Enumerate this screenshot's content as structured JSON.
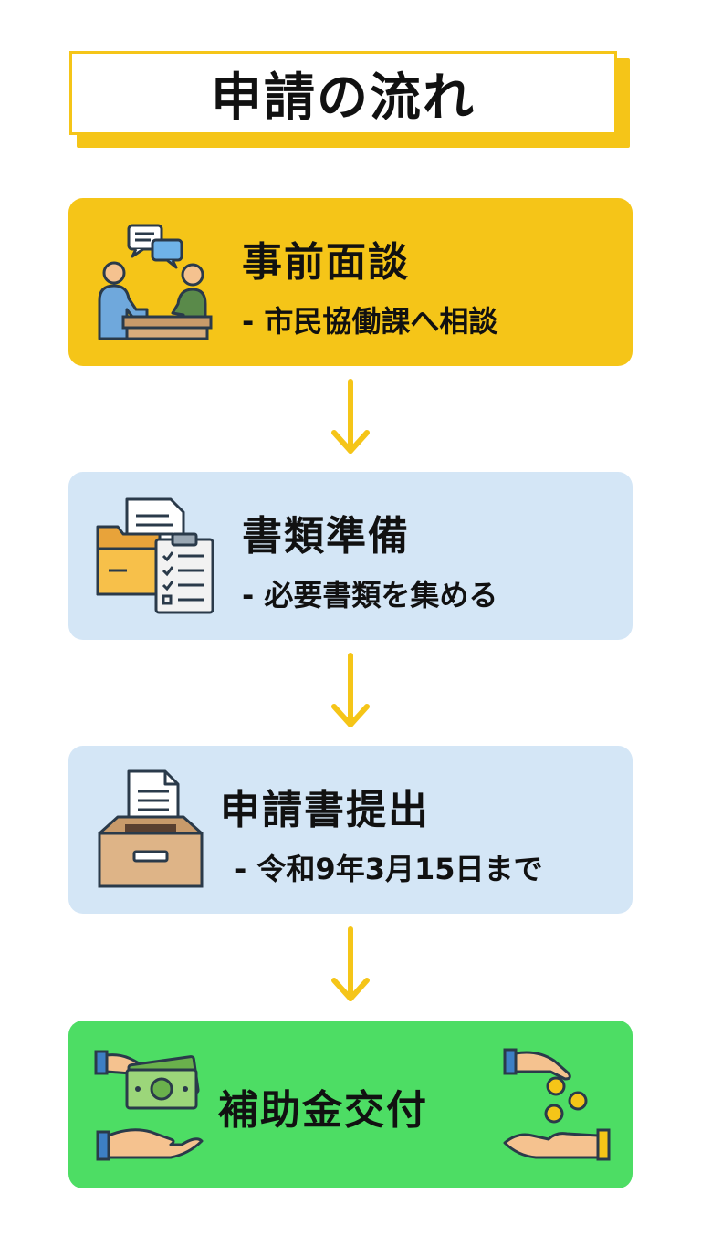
{
  "title": "申請の流れ",
  "steps": [
    {
      "title": "事前面談",
      "subtitle": "- 市民協働課へ相談",
      "icon": "consultation-icon"
    },
    {
      "title": "書類準備",
      "subtitle": "- 必要書類を集める",
      "icon": "documents-icon"
    },
    {
      "title": "申請書提出",
      "subtitle": "- 令和9年3月15日まで",
      "icon": "submission-box-icon"
    },
    {
      "title": "補助金交付",
      "subtitle": "",
      "icon": "money-handover-icon"
    }
  ],
  "colors": {
    "accent_yellow": "#f5c518",
    "step_blue": "#d4e6f6",
    "step_green": "#4ddd64",
    "arrow": "#f5c518"
  }
}
